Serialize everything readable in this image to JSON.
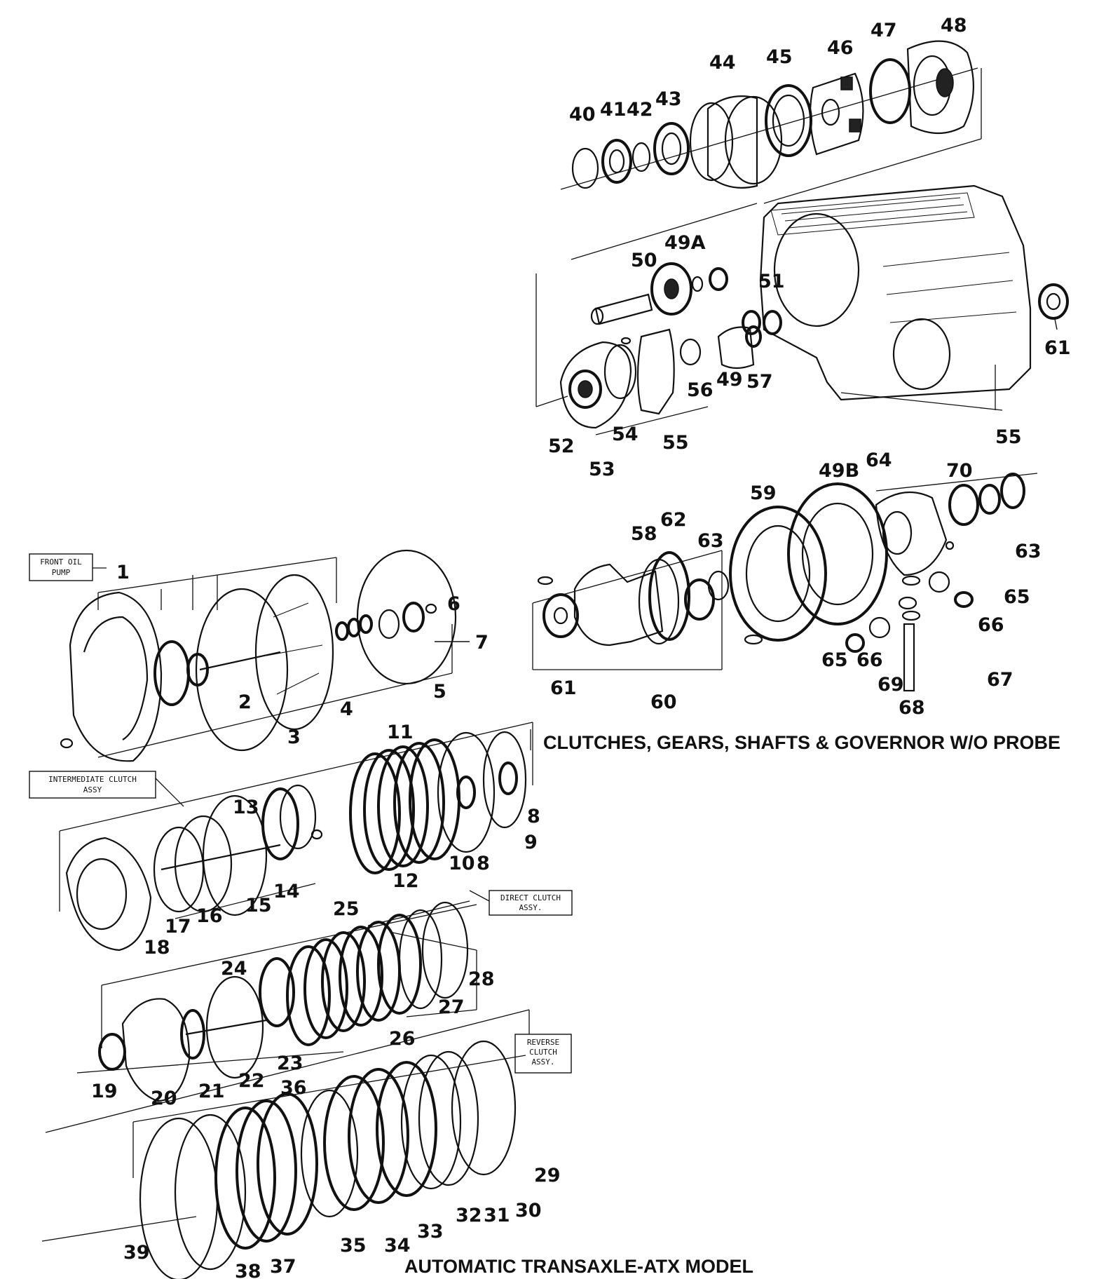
{
  "captions": {
    "upper": "CLUTCHES, GEARS, SHAFTS & GOVERNOR W/O PROBE",
    "lower": "AUTOMATIC TRANSAXLE-ATX MODEL"
  },
  "boxes": {
    "front_oil_pump": [
      "FRONT OIL",
      "PUMP"
    ],
    "intermediate_clutch": [
      "INTERMEDIATE CLUTCH",
      "ASSY"
    ],
    "direct_clutch": [
      "DIRECT CLUTCH",
      "ASSY."
    ],
    "reverse_clutch": [
      "REVERSE",
      "CLUTCH",
      "ASSY."
    ]
  },
  "callouts": {
    "n1": "1",
    "n2": "2",
    "n3": "3",
    "n4": "4",
    "n5": "5",
    "n6": "6",
    "n7": "7",
    "n8a": "8",
    "n8b": "8",
    "n9": "9",
    "n10": "10",
    "n11": "11",
    "n12": "12",
    "n13": "13",
    "n14": "14",
    "n15": "15",
    "n16": "16",
    "n17": "17",
    "n18": "18",
    "n19": "19",
    "n20": "20",
    "n21": "21",
    "n22": "22",
    "n23": "23",
    "n24": "24",
    "n25": "25",
    "n26": "26",
    "n27": "27",
    "n28": "28",
    "n29": "29",
    "n30": "30",
    "n31": "31",
    "n32": "32",
    "n33": "33",
    "n34": "34",
    "n35": "35",
    "n36": "36",
    "n37": "37",
    "n38": "38",
    "n39": "39",
    "n40": "40",
    "n41": "41",
    "n42": "42",
    "n43": "43",
    "n44": "44",
    "n45": "45",
    "n46": "46",
    "n47": "47",
    "n48": "48",
    "n49": "49",
    "n49a": "49A",
    "n49b": "49B",
    "n50": "50",
    "n51": "51",
    "n52": "52",
    "n53": "53",
    "n54": "54",
    "n55a": "55",
    "n55b": "55",
    "n56": "56",
    "n57": "57",
    "n58": "58",
    "n59": "59",
    "n60": "60",
    "n61a": "61",
    "n61b": "61",
    "n62": "62",
    "n63a": "63",
    "n63b": "63",
    "n64": "64",
    "n65a": "65",
    "n65b": "65",
    "n66a": "66",
    "n66b": "66",
    "n67": "67",
    "n68": "68",
    "n69": "69",
    "n70": "70"
  }
}
